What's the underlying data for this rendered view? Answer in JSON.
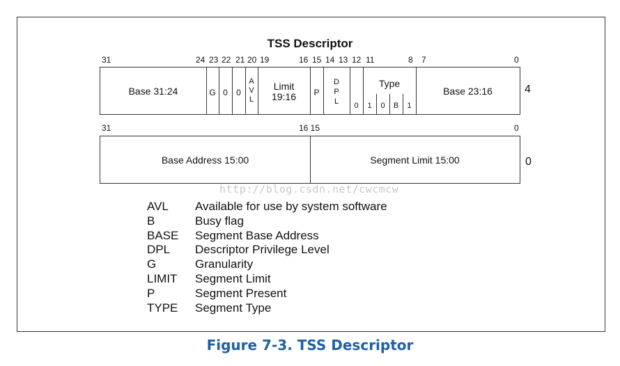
{
  "title": "TSS Descriptor",
  "caption": "Figure 7-3.  TSS Descriptor",
  "watermark": "http://blog.csdn.net/cwcmcw",
  "upper_row": {
    "bit_numbers": [
      "31",
      "24",
      "23",
      "22",
      "21",
      "20",
      "19",
      "16",
      "15",
      "14",
      "13",
      "12",
      "11",
      "8",
      "7",
      "0"
    ],
    "fields": {
      "base_31_24": "Base 31:24",
      "g": "G",
      "zero_a": "0",
      "zero_b": "0",
      "avl": [
        "A",
        "V",
        "L"
      ],
      "limit": [
        "Limit",
        "19:16"
      ],
      "p": "P",
      "dpl": [
        "D",
        "P",
        "L"
      ],
      "zero_c": "0",
      "type_label": "Type",
      "type_bits": [
        "1",
        "0",
        "B",
        "1"
      ],
      "base_23_16": "Base 23:16"
    },
    "offset": "4"
  },
  "lower_row": {
    "bit_numbers": [
      "31",
      "16 15",
      "0"
    ],
    "fields": {
      "base_address": "Base Address 15:00",
      "segment_limit": "Segment Limit 15:00"
    },
    "offset": "0"
  },
  "legend": [
    {
      "abbr": "AVL",
      "desc": "Available for use by system software"
    },
    {
      "abbr": "B",
      "desc": "Busy flag"
    },
    {
      "abbr": "BASE",
      "desc": "Segment Base Address"
    },
    {
      "abbr": "DPL",
      "desc": "Descriptor Privilege Level"
    },
    {
      "abbr": "G",
      "desc": "Granularity"
    },
    {
      "abbr": "LIMIT",
      "desc": "Segment Limit"
    },
    {
      "abbr": "P",
      "desc": "Segment Present"
    },
    {
      "abbr": "TYPE",
      "desc": "Segment Type"
    }
  ]
}
